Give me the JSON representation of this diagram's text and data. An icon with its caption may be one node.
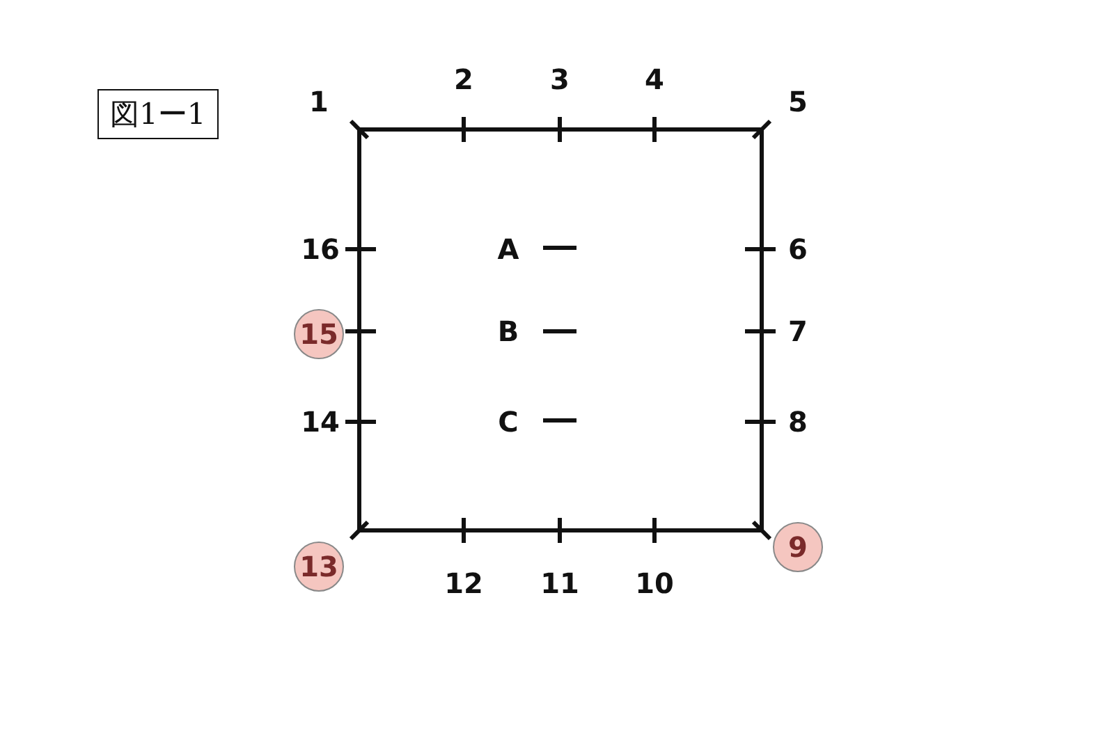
{
  "diagram": {
    "nodes": [
      {
        "text": [
          "図1ー1"
        ]
      },
      {
        "text": [
          "15"
        ]
      },
      {
        "text": [
          "13"
        ]
      },
      {
        "text": [
          "9"
        ]
      }
    ],
    "labels": [
      "1",
      "2",
      "3",
      "4",
      "5",
      "16",
      "A",
      "6",
      "B",
      "7",
      "14",
      "C",
      "8",
      "12",
      "11",
      "10"
    ]
  }
}
